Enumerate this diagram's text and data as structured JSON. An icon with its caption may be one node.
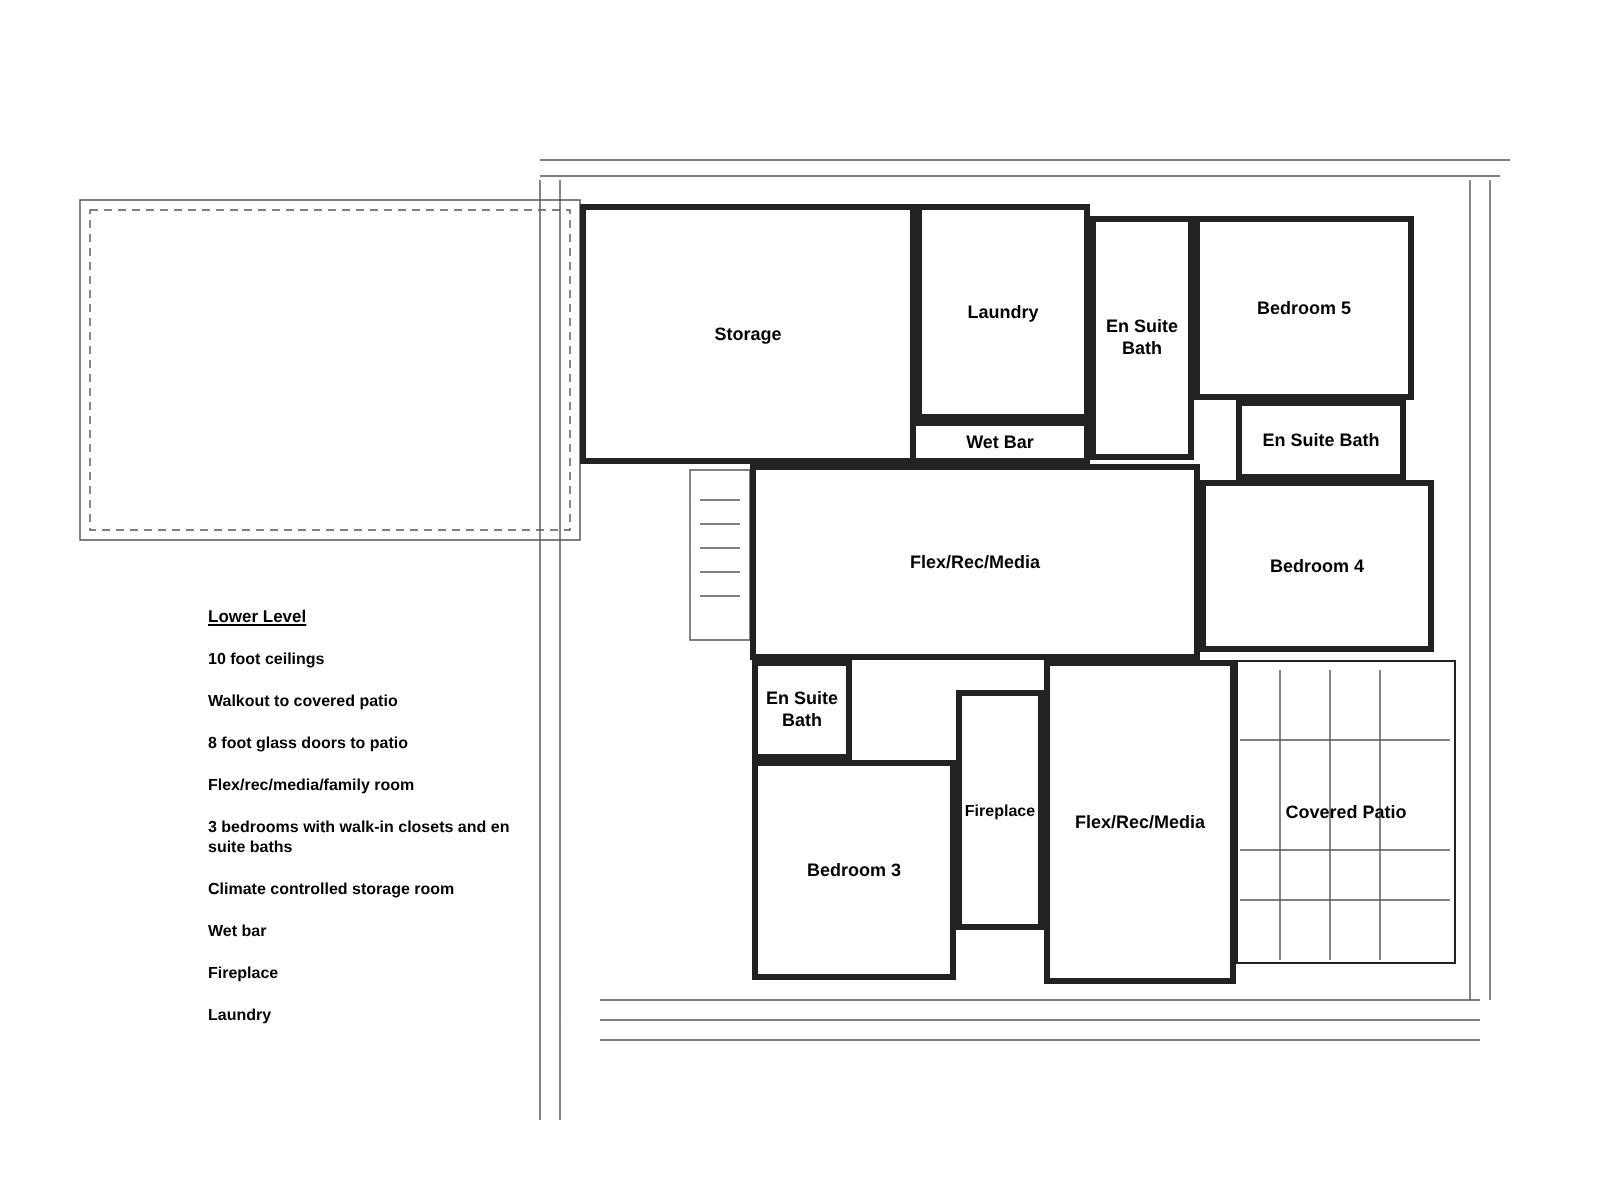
{
  "diagram": {
    "title": "Lower Level",
    "nodes": [
      {
        "text": [
          "Storage"
        ]
      },
      {
        "text": [
          "Laundry"
        ]
      },
      {
        "text": [
          "En Suite Bath"
        ]
      },
      {
        "text": [
          "Bedroom 5"
        ]
      },
      {
        "text": [
          "Wet Bar"
        ]
      },
      {
        "text": [
          "En Suite Bath"
        ]
      },
      {
        "text": [
          "Flex/Rec/Media"
        ]
      },
      {
        "text": [
          "Bedroom 4"
        ]
      },
      {
        "text": [
          "En Suite Bath"
        ]
      },
      {
        "text": [
          "Bedroom 3"
        ]
      },
      {
        "text": [
          "Fireplace"
        ]
      },
      {
        "text": [
          "Flex/Rec/Media"
        ]
      },
      {
        "text": [
          "Covered Patio"
        ]
      }
    ],
    "edges": [],
    "labels": [
      "10 foot ceilings",
      "Walkout to covered patio",
      "8 foot glass doors to patio",
      "Flex/rec/media/family room",
      "3 bedrooms with walk-in closets and en suite baths",
      "Climate controlled storage room",
      "Wet bar",
      "Fireplace",
      "Laundry"
    ]
  }
}
